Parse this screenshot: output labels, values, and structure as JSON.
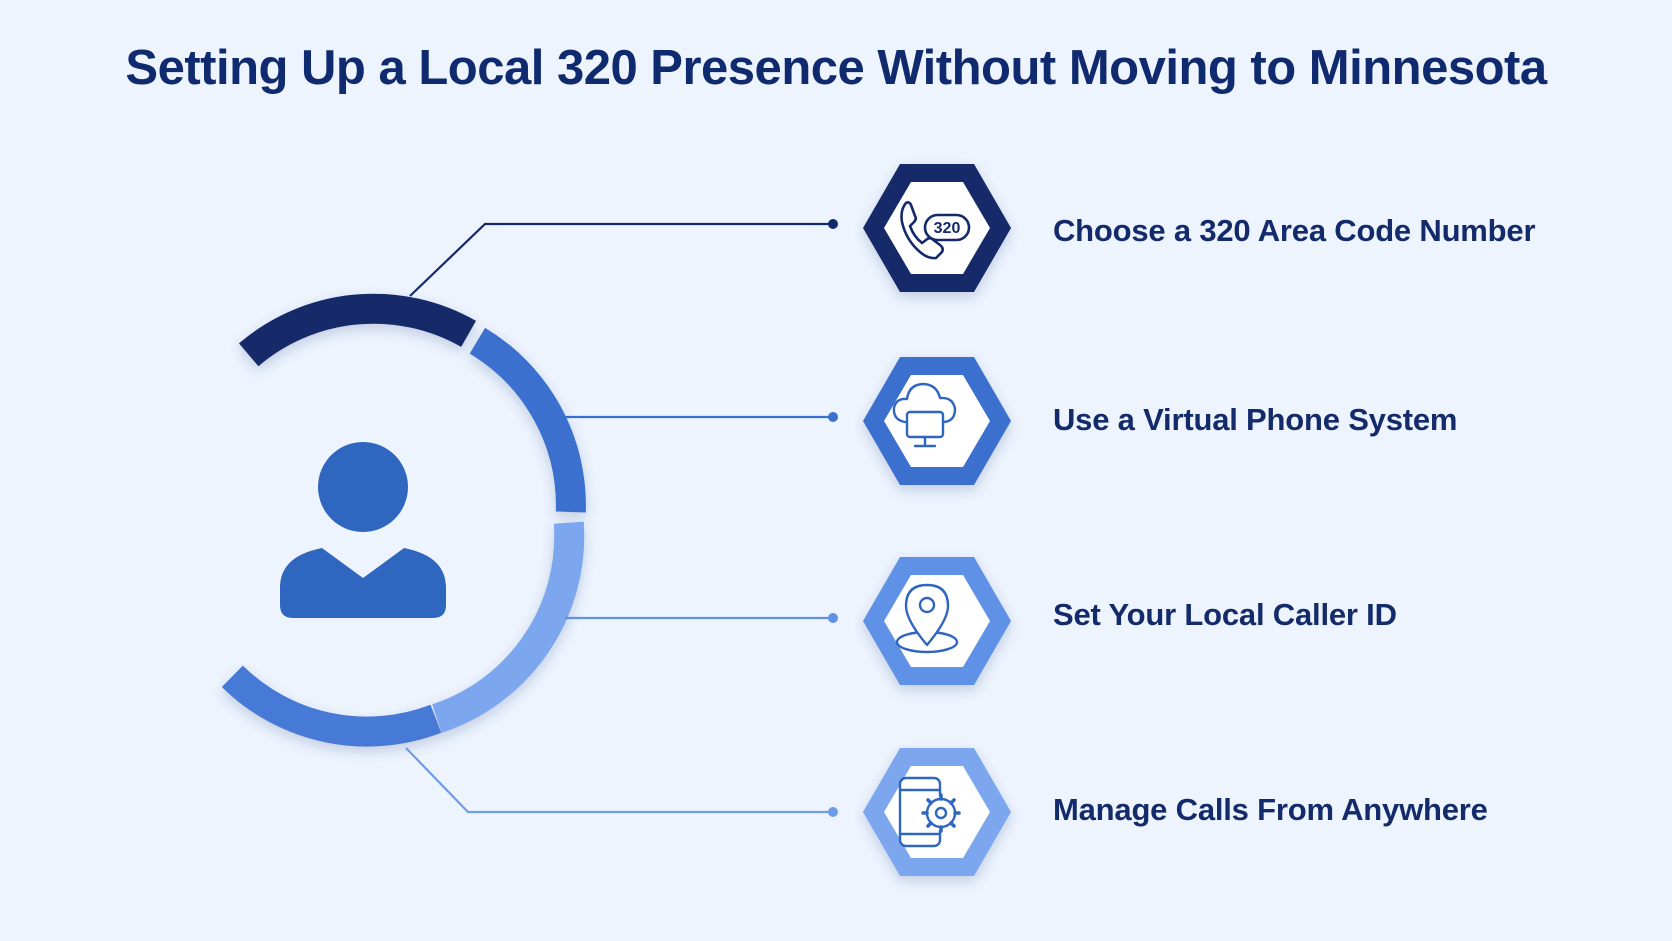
{
  "title": "Setting Up a Local 320 Presence Without Moving to Minnesota",
  "hub": {
    "icon": "person-icon"
  },
  "steps": [
    {
      "label": "Choose a 320 Area Code Number",
      "icon": "phone-320-icon",
      "badge": "320",
      "color": "#13296b"
    },
    {
      "label": "Use a Virtual Phone System",
      "icon": "cloud-computer-icon",
      "color": "#3b6fcf"
    },
    {
      "label": "Set Your Local Caller ID",
      "icon": "location-pin-icon",
      "color": "#5f91e6"
    },
    {
      "label": "Manage Calls From Anywhere",
      "icon": "phone-gear-icon",
      "color": "#7ba6ee"
    }
  ],
  "colors": {
    "navy": "#13296b",
    "blue": "#3b6fcf",
    "mid_blue": "#5f91e6",
    "light_blue": "#7ba6ee",
    "background": "#eef4fd"
  }
}
